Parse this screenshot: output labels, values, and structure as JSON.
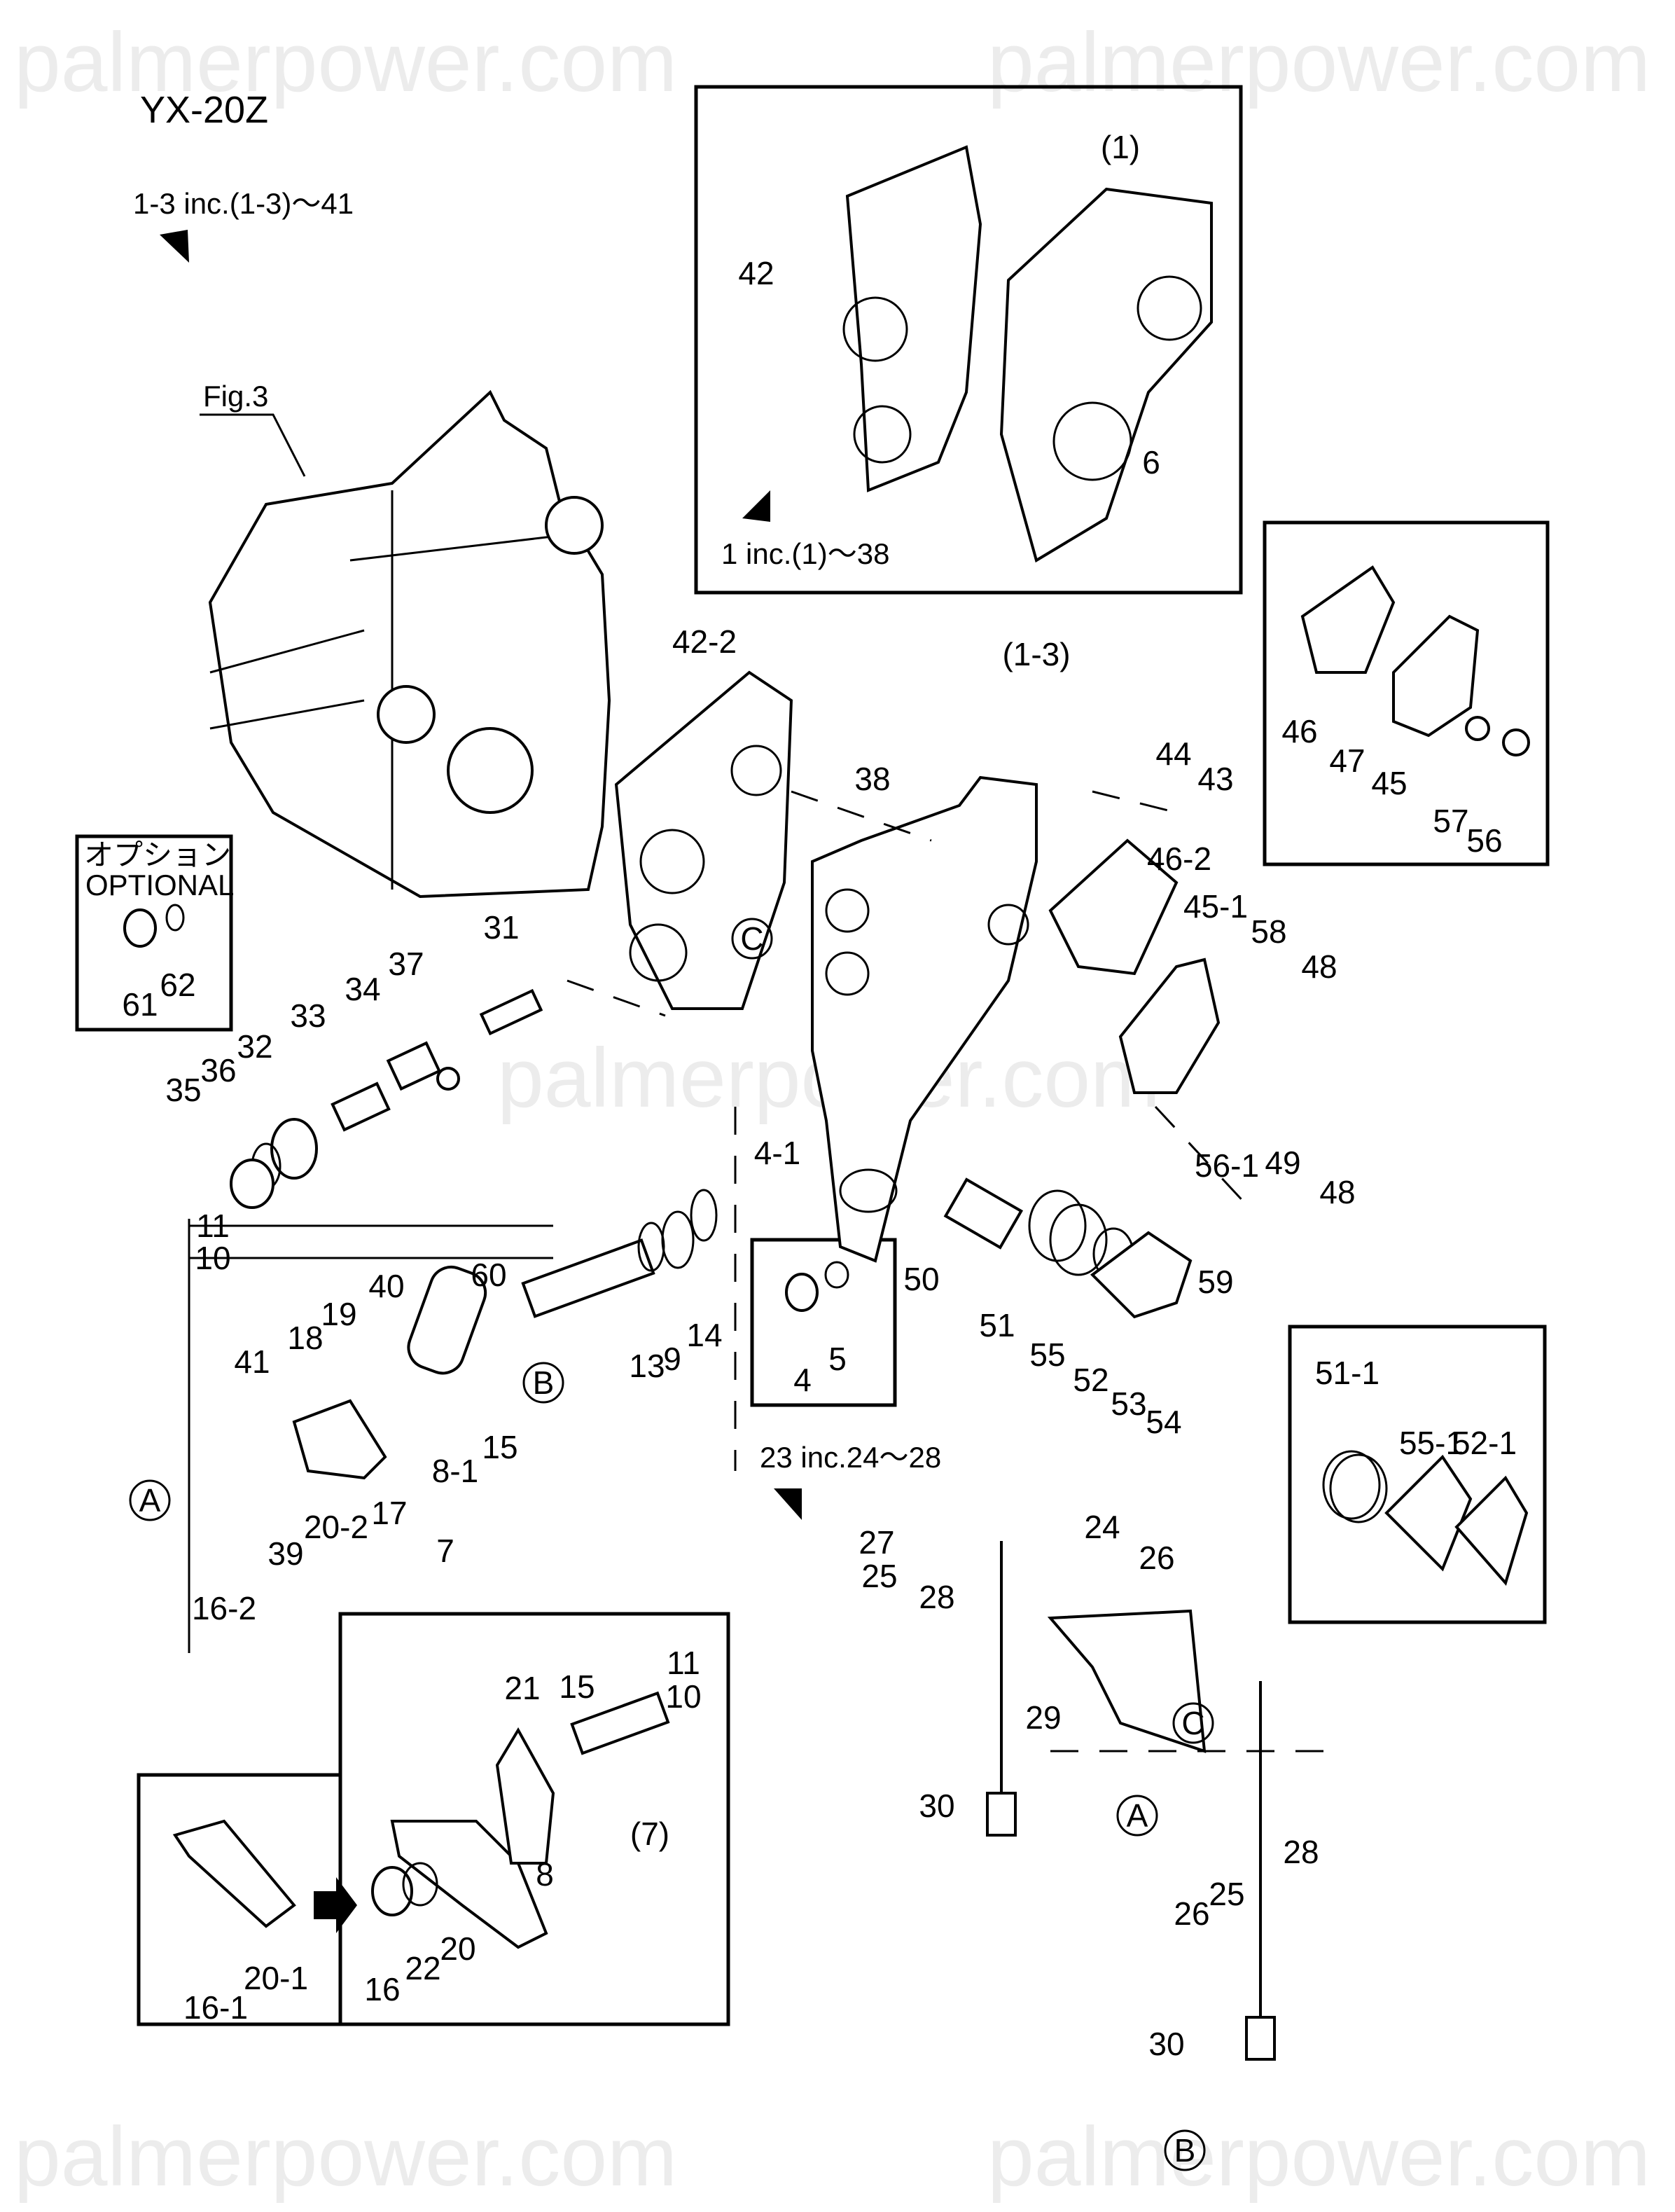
{
  "watermark": "palmerpower.com",
  "title": "YX-20Z",
  "notes": {
    "assembly_1_3": "1-3  inc.(1-3)～41",
    "assembly_1": "1 inc.(1)～38",
    "assembly_23": "23 inc.24～28",
    "fig_ref": "Fig.3",
    "optional_jp": "オプション",
    "optional_en": "OPTIONAL"
  },
  "ref_circles": [
    "A",
    "B",
    "C"
  ],
  "callouts": [
    "(1)",
    "42",
    "6",
    "46",
    "47",
    "45",
    "57",
    "56",
    "61",
    "62",
    "42-2",
    "(1-3)",
    "38",
    "44",
    "43",
    "46-2",
    "45-1",
    "58",
    "48",
    "31",
    "37",
    "34",
    "33",
    "32",
    "36",
    "35",
    "4-1",
    "56-1",
    "49",
    "48",
    "11",
    "10",
    "40",
    "60",
    "19",
    "18",
    "41",
    "15",
    "8-1",
    "13",
    "9",
    "14",
    "4",
    "5",
    "50",
    "51",
    "55",
    "52",
    "53",
    "54",
    "59",
    "39",
    "20-2",
    "17",
    "7",
    "16-2",
    "51-1",
    "55-1",
    "52-1",
    "27",
    "25",
    "28",
    "24",
    "26",
    "29",
    "30",
    "26",
    "25",
    "28",
    "30",
    "21",
    "15",
    "11",
    "10",
    "(7)",
    "8",
    "20",
    "22",
    "16",
    "20-1",
    "16-1"
  ]
}
